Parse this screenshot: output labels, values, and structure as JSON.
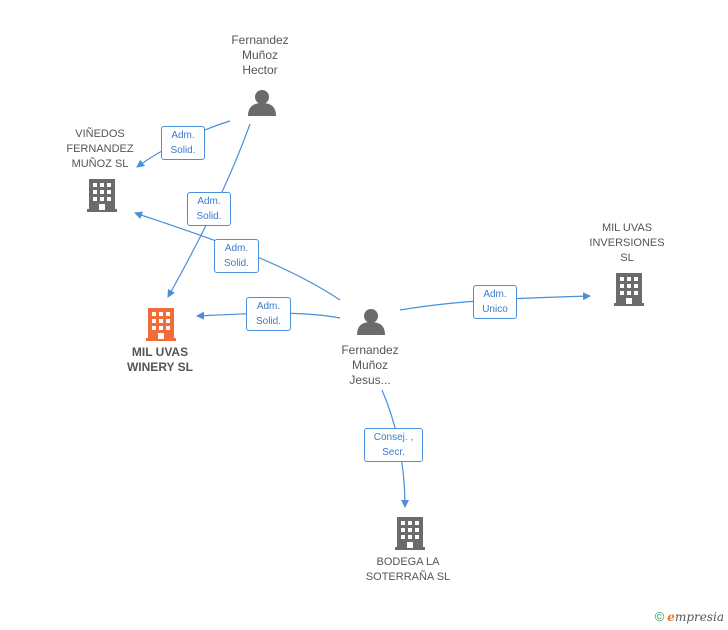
{
  "persons": [
    {
      "id": "p1",
      "lines": [
        "Fernandez",
        "Muñoz",
        "Hector"
      ]
    },
    {
      "id": "p2",
      "lines": [
        "Fernandez",
        "Muñoz",
        "Jesus..."
      ]
    }
  ],
  "companies": [
    {
      "id": "c1",
      "lines": [
        "VIÑEDOS",
        "FERNANDEZ",
        "MUÑOZ  SL"
      ]
    },
    {
      "id": "c2",
      "lines": [
        "MIL UVAS",
        "WINERY  SL"
      ],
      "highlight": true
    },
    {
      "id": "c3",
      "lines": [
        "MIL UVAS",
        "INVERSIONES",
        "SL"
      ]
    },
    {
      "id": "c4",
      "lines": [
        "BODEGA LA",
        "SOTERRAÑA SL"
      ]
    }
  ],
  "edges": [
    {
      "id": "e1",
      "lines": [
        "Adm.",
        "Solid."
      ]
    },
    {
      "id": "e2",
      "lines": [
        "Adm.",
        "Solid."
      ]
    },
    {
      "id": "e3",
      "lines": [
        "Adm.",
        "Solid."
      ]
    },
    {
      "id": "e4",
      "lines": [
        "Adm.",
        "Solid."
      ]
    },
    {
      "id": "e5",
      "lines": [
        "Adm.",
        "Unico"
      ]
    },
    {
      "id": "e6",
      "lines": [
        "Consej. ,",
        "Secr."
      ]
    }
  ],
  "colors": {
    "edge": "#4a8fd8",
    "person": "#6b6b6b",
    "company": "#6b6b6b",
    "highlight": "#f26c3a"
  },
  "footer": {
    "copyright": "©",
    "brand_first": "e",
    "brand_rest": "mpresia"
  }
}
